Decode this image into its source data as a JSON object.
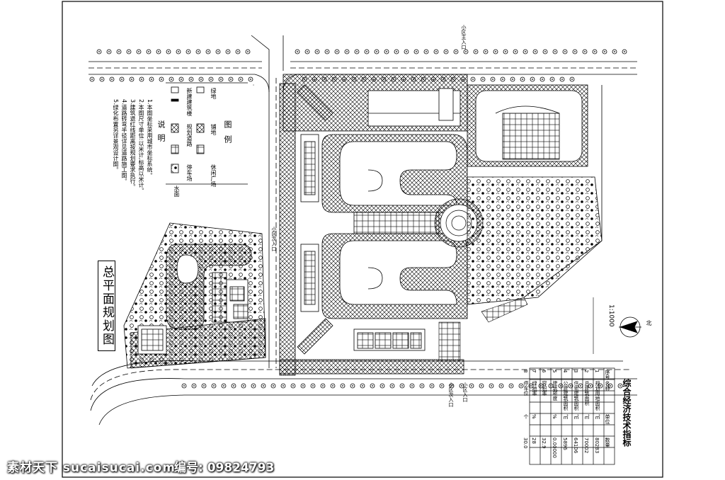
{
  "drawing": {
    "title": "总平面规划图",
    "scale": "1:1000",
    "north": "北"
  },
  "legend": {
    "title": "图例",
    "items": [
      "新建建筑楼",
      "规划道路",
      "停车场",
      "绿地",
      "铺地",
      "休闲广场",
      "水面"
    ]
  },
  "notes": {
    "title": "说明",
    "lines": [
      "1.本图坐标采用城市坐标系统。",
      "2.本图尺寸单位:以米计,标高以米计。",
      "3.建筑退红线距离按规划要求执行。",
      "4.道路转弯半径详见道路施工图。",
      "5.绿化布置另详景观设计图。"
    ]
  },
  "gates": [
    "小区主入口",
    "小区次入口",
    "小区次入口",
    "小区入口"
  ],
  "table": {
    "title": "综合经济技术指标",
    "headers": [
      "序号",
      "名称",
      "单位",
      "数量"
    ],
    "rows": [
      [
        "1",
        "规划用地面积",
        "㎡",
        "80283"
      ],
      [
        "2",
        "总建筑面积",
        "㎡",
        "70002"
      ],
      [
        "3",
        "住宅建筑面积",
        "㎡",
        "64106"
      ],
      [
        "4",
        "公建建筑面积",
        "㎡",
        "5896"
      ],
      [
        "5",
        "建筑密度",
        "%",
        "0.00000"
      ],
      [
        "6",
        "容积率",
        "",
        "32.9"
      ],
      [
        "7",
        "绿地率",
        "%",
        "28"
      ],
      [
        "8",
        "停车位",
        "个",
        "30.0"
      ]
    ]
  },
  "watermark": {
    "left": "素材天下 sucaisucai.com",
    "right": "编号: 09824793"
  }
}
